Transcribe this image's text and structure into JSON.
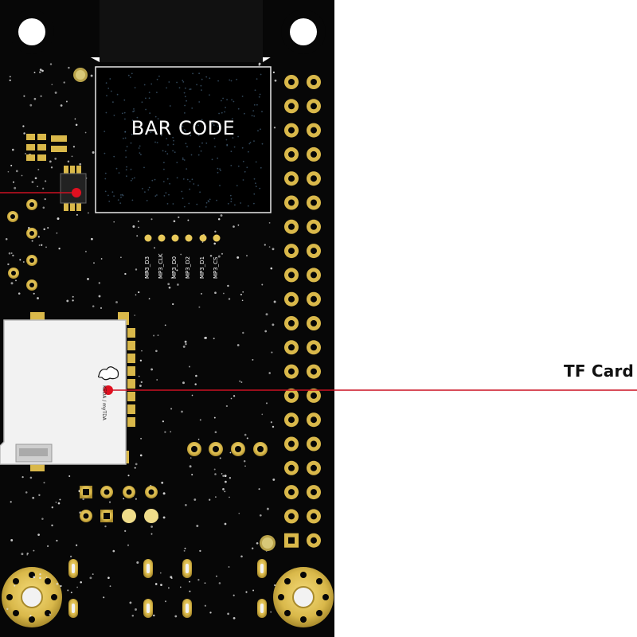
{
  "labels": {
    "tf_card": "TF Card",
    "bar_code": "BAR CODE",
    "sd_logo": "KEDA / myTDA"
  },
  "pin_labels": [
    "MP3_D3",
    "MP3_CLK",
    "MP3_D0",
    "MP3_D2",
    "MP3_D1",
    "MP3_CS"
  ],
  "colors": {
    "board": "#070707",
    "gold": "#d9b84a",
    "gold_dark": "#8a7020",
    "silk": "#ffffff",
    "sd_card": "#f2f2f2",
    "callout": "#cc1122"
  },
  "icons": [
    "mounting-hole-icon",
    "sd-logo-icon"
  ]
}
